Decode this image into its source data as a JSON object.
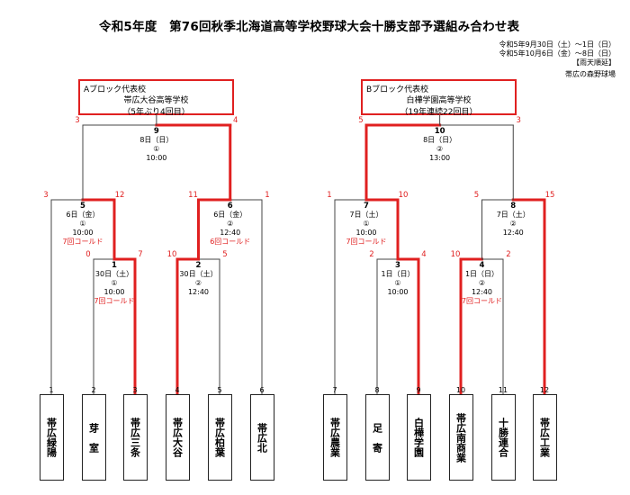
{
  "title": "令和5年度　第76回秋季北海道高等学校野球大会十勝支部予選組み合わせ表",
  "meta": {
    "dates1": "令和5年9月30日（土）～1日（日）",
    "dates2": "令和5年10月6日（金）～8日（日）",
    "rain_note": "【雨天順延】",
    "venue": "帯広の森野球場"
  },
  "blocks": [
    {
      "label": "Aブロック代表校",
      "school": "帯広大谷高等学校",
      "note": "（5年ぶり4回目）"
    },
    {
      "label": "Bブロック代表校",
      "school": "白樺学園高等学校",
      "note": "（19年連続22回目）"
    }
  ],
  "schools": [
    {
      "no": "1",
      "name": "帯広緑陽"
    },
    {
      "no": "2",
      "name": "芽　室"
    },
    {
      "no": "3",
      "name": "帯広三条"
    },
    {
      "no": "4",
      "name": "帯広大谷"
    },
    {
      "no": "5",
      "name": "帯広柏葉"
    },
    {
      "no": "6",
      "name": "帯広北"
    },
    {
      "no": "7",
      "name": "帯広農業"
    },
    {
      "no": "8",
      "name": "足　寄"
    },
    {
      "no": "9",
      "name": "白樺学園"
    },
    {
      "no": "10",
      "name": "帯広南商業"
    },
    {
      "no": "11",
      "name": "十勝連合"
    },
    {
      "no": "12",
      "name": "帯広工業"
    }
  ],
  "games": [
    {
      "no": "1",
      "date": "30日（土）",
      "field": "①",
      "time": "10:00",
      "note": "7回コールド",
      "s1": "0",
      "s2": "7"
    },
    {
      "no": "2",
      "date": "30日（土）",
      "field": "②",
      "time": "12:40",
      "note": "",
      "s1": "10",
      "s2": "5"
    },
    {
      "no": "3",
      "date": "1日（日）",
      "field": "①",
      "time": "10:00",
      "note": "",
      "s1": "2",
      "s2": "4"
    },
    {
      "no": "4",
      "date": "1日（日）",
      "field": "②",
      "time": "12:40",
      "note": "7回コールド",
      "s1": "10",
      "s2": "2"
    },
    {
      "no": "5",
      "date": "6日（金）",
      "field": "①",
      "time": "10:00",
      "note": "7回コールド",
      "s1": "3",
      "s2": "12"
    },
    {
      "no": "6",
      "date": "6日（金）",
      "field": "②",
      "time": "12:40",
      "note": "6回コールド",
      "s1": "11",
      "s2": "1"
    },
    {
      "no": "7",
      "date": "7日（土）",
      "field": "①",
      "time": "10:00",
      "note": "7回コールド",
      "s1": "1",
      "s2": "10"
    },
    {
      "no": "8",
      "date": "7日（土）",
      "field": "②",
      "time": "12:40",
      "note": "",
      "s1": "5",
      "s2": "15"
    },
    {
      "no": "9",
      "date": "8日（日）",
      "field": "①",
      "time": "10:00",
      "note": "",
      "s1": "3",
      "s2": "4"
    },
    {
      "no": "10",
      "date": "8日（日）",
      "field": "②",
      "time": "13:00",
      "note": "",
      "s1": "5",
      "s2": "3"
    }
  ],
  "colors": {
    "win": "#e02020",
    "line": "#444444",
    "text": "#000000"
  }
}
